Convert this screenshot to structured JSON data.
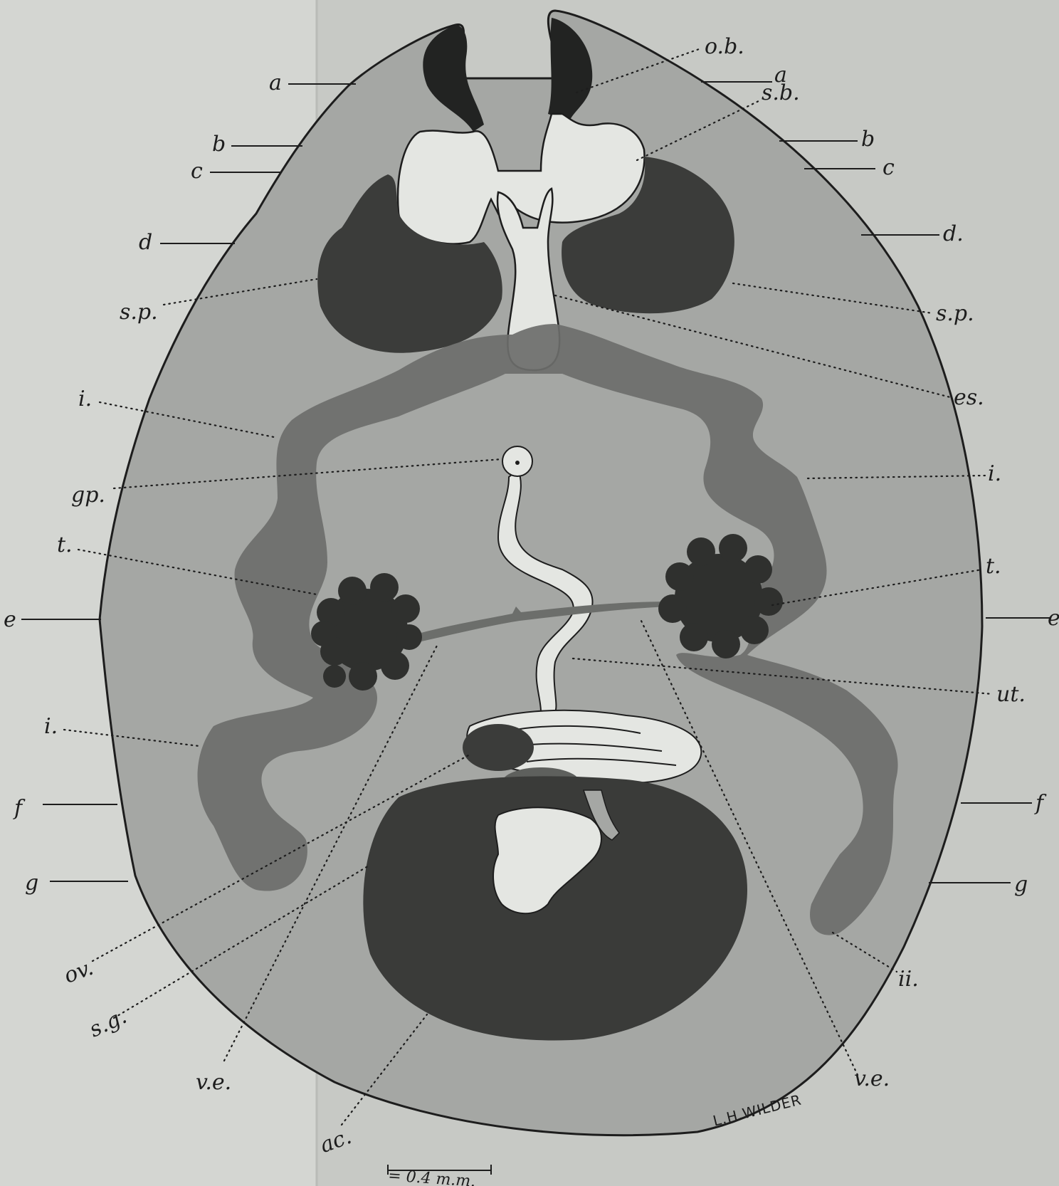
{
  "labels": {
    "a": "a",
    "b": "b",
    "c": "c",
    "d": "d",
    "d_right": "d.",
    "e": "e",
    "f": "f",
    "g": "g",
    "ob": "o.b.",
    "sb": "s.b.",
    "sp": "s.p.",
    "es": "es.",
    "i": "i.",
    "gp": "gp.",
    "t": "t.",
    "ut": "ut.",
    "ov": "ov.",
    "sg": "s.g.",
    "ve": "v.e.",
    "ac": "ac.",
    "ii": "ii."
  },
  "scale_bar": "= 0.4 m.m.",
  "signature": "L.H.WILDER",
  "colors": {
    "page_left": "#d4d6d2",
    "page_right": "#c6c8c4",
    "body": "#a3a5a2",
    "intestine": "#6c6e6b",
    "dark_organ": "#3a3b39",
    "light_tube": "#e4e6e2",
    "ink": "#1d1d1d"
  }
}
